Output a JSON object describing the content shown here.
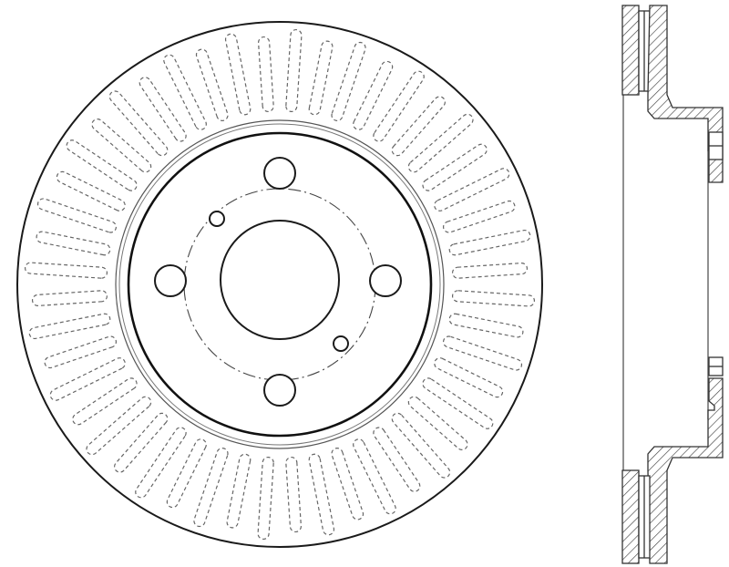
{
  "drawing": {
    "vent_slot_count": 48,
    "bolt_hole_count": 4,
    "locator_hole_count": 2,
    "line_color": "#1a1a1a",
    "dash_color": "#666666"
  }
}
